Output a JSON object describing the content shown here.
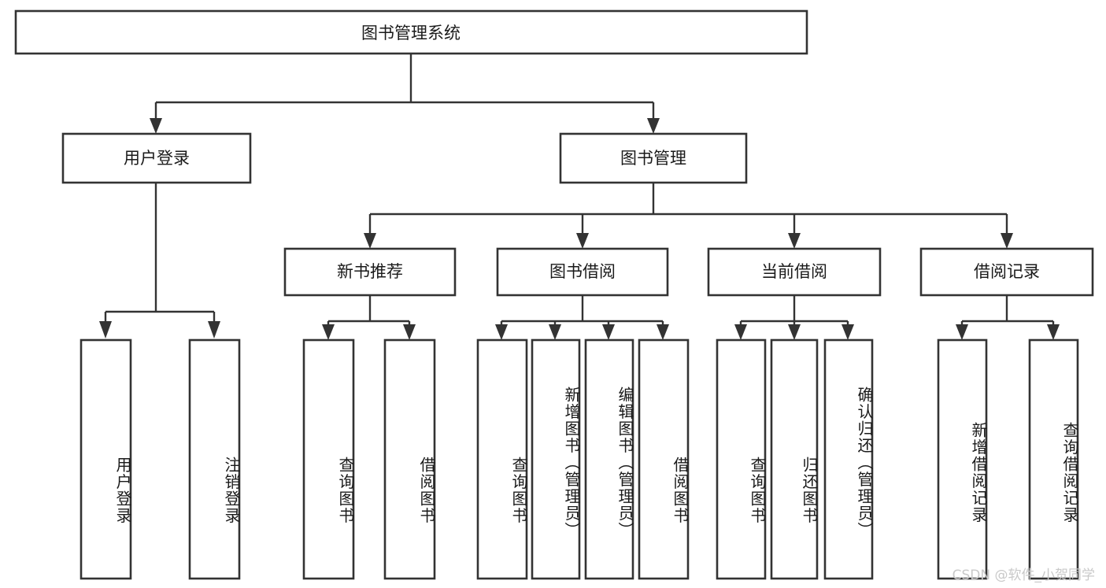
{
  "diagram": {
    "title": "图书管理系统",
    "type": "tree",
    "root": {
      "id": "root",
      "label": "图书管理系统"
    },
    "level2": [
      {
        "id": "user-login",
        "label": "用户登录"
      },
      {
        "id": "book-manage",
        "label": "图书管理"
      }
    ],
    "level3": [
      {
        "id": "new-book-recommend",
        "label": "新书推荐"
      },
      {
        "id": "book-borrow",
        "label": "图书借阅"
      },
      {
        "id": "current-borrow",
        "label": "当前借阅"
      },
      {
        "id": "borrow-record",
        "label": "借阅记录"
      }
    ],
    "leaves": {
      "user_login": [
        {
          "id": "leaf-user-login",
          "label": "用户登录"
        },
        {
          "id": "leaf-logout-login",
          "label": "注销登录"
        }
      ],
      "new_book_recommend": [
        {
          "id": "leaf-query-book-1",
          "label": "查询图书"
        },
        {
          "id": "leaf-borrow-book-1",
          "label": "借阅图书"
        }
      ],
      "book_borrow": [
        {
          "id": "leaf-query-book-2",
          "label": "查询图书"
        },
        {
          "id": "leaf-add-book",
          "label": "新增图书（管理员）"
        },
        {
          "id": "leaf-edit-book",
          "label": "编辑图书（管理员）"
        },
        {
          "id": "leaf-borrow-book-2",
          "label": "借阅图书"
        }
      ],
      "current_borrow": [
        {
          "id": "leaf-query-book-3",
          "label": "查询图书"
        },
        {
          "id": "leaf-return-book",
          "label": "归还图书"
        },
        {
          "id": "leaf-confirm-return",
          "label": "确认归还（管理员）"
        }
      ],
      "borrow_record": [
        {
          "id": "leaf-add-record",
          "label": "新增借阅记录"
        },
        {
          "id": "leaf-query-record",
          "label": "查询借阅记录"
        }
      ]
    },
    "colors": {
      "stroke": "#333333",
      "fill": "#ffffff",
      "text": "#1a1a1a",
      "watermark": "#c9c9c9"
    }
  },
  "watermark": {
    "text": "CSDN @软件_小贺同学"
  }
}
